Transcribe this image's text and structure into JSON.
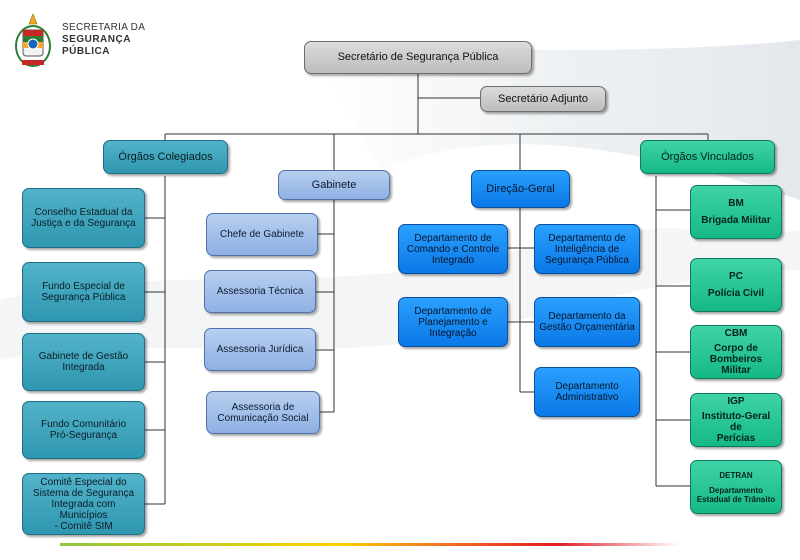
{
  "header": {
    "line1": "SECRETARIA DA",
    "line2": "SEGURANÇA",
    "line3": "PÚBLICA"
  },
  "colors": {
    "gray": "#c8c8c8",
    "teal": "#3aa6bf",
    "light_blue": "#9fbbe8",
    "blue": "#1a8cf5",
    "green": "#22c495"
  },
  "nodes": {
    "secretario": "Secretário de Segurança Pública",
    "adjunto": "Secretário Adjunto",
    "orgaos_colegiados": "Órgãos Colegiados",
    "gabinete": "Gabinete",
    "direcao_geral": "Direção-Geral",
    "orgaos_vinculados": "Órgãos Vinculados",
    "colegiados": [
      "Conselho Estadual da\nJustiça e da Segurança",
      "Fundo Especial de\nSegurança Pública",
      "Gabinete de Gestão\nIntegrada",
      "Fundo Comunitário\nPró-Segurança",
      "Comitê Especial do\nSistema de Segurança\nIntegrada com Municípios\n- Comitê SIM"
    ],
    "gabinete_items": [
      "Chefe de Gabinete",
      "Assessoria Técnica",
      "Assessoria Jurídica",
      "Assessoria de\nComunicação Social"
    ],
    "direcao_left": [
      "Departamento de\nComando e Controle\nIntegrado",
      "Departamento de\nPlanejamento e\nIntegração"
    ],
    "direcao_right": [
      "Departamento de\nInteligência de\nSegurança Pública",
      "Departamento da\nGestão Orçamentária",
      "Departamento\nAdministrativo"
    ],
    "vinculados": [
      {
        "abbr": "BM",
        "name": "Brigada Militar"
      },
      {
        "abbr": "PC",
        "name": "Polícia Civil"
      },
      {
        "abbr": "CBM",
        "name": "Corpo de\nBombeiros Militar"
      },
      {
        "abbr": "IGP",
        "name": "Instituto-Geral de\nPerícias"
      },
      {
        "abbr": "DETRAN",
        "name": "Departamento\nEstadual de Trânsito"
      }
    ]
  }
}
